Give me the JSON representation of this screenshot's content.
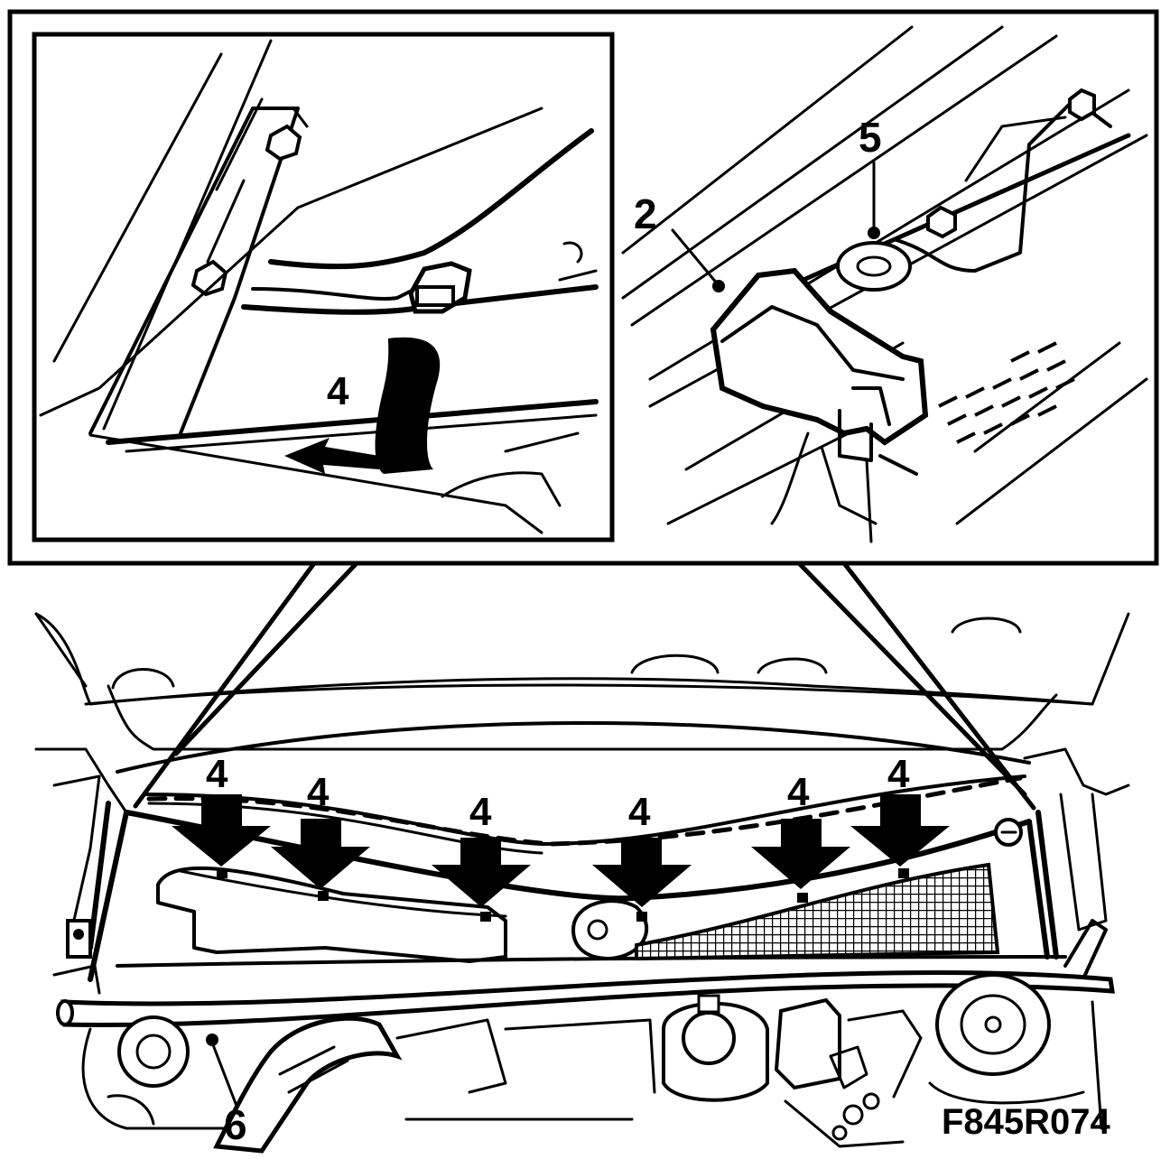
{
  "figure": {
    "code": "F845R074",
    "callouts": {
      "inset_left_clip": "4",
      "inset_right_cover": "2",
      "inset_right_bolt": "5",
      "main_clip_1": "4",
      "main_clip_2": "4",
      "main_clip_3": "4",
      "main_clip_4": "4",
      "main_clip_5": "4",
      "main_clip_6": "4",
      "main_seal": "6"
    }
  },
  "colors": {
    "ink": "#000000",
    "paper": "#ffffff"
  }
}
